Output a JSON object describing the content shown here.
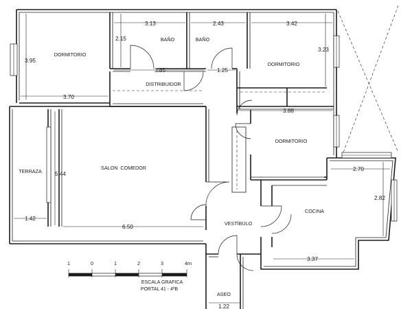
{
  "rooms": {
    "dormitorio_nw": "DORMITORIO",
    "bano_1": "BAÑO",
    "bano_2": "BAÑO",
    "dormitorio_ne": "DORMITORIO",
    "distribuidor": "DISTRIBUIDOR",
    "dormitorio_e": "DORMITORIO",
    "terraza": "TERRAZA",
    "salon_comedor": "SALON  COMEDOR",
    "cocina": "COCINA",
    "vestibulo": "VESTÍBULO",
    "aseo": "ASEO"
  },
  "dimensions": {
    "dormitorio_nw_height": "3.95",
    "dormitorio_nw_width": "3.70",
    "bano_1_width": "3.13",
    "bano_1_height": "2.15",
    "bano_2_width": "2.43",
    "corridor_a": "3.85",
    "corridor_b": "1.25",
    "dormitorio_ne_width": "3.42",
    "dormitorio_ne_height": "3.23",
    "dormitorio_e_width": "3.88",
    "salon_height": "5.44",
    "salon_width": "6.50",
    "terraza_width": "1.42",
    "cocina_width_top": "2.70",
    "cocina_height": "2.82",
    "cocina_width_bottom": "3.37",
    "aseo_width": "1.22"
  },
  "scale": {
    "labels": [
      "1",
      "0",
      "1",
      "2",
      "3",
      "4m"
    ],
    "title": "ESCALA GRAFICA",
    "subtitle": "PORTAL 41 - 4ºB"
  }
}
